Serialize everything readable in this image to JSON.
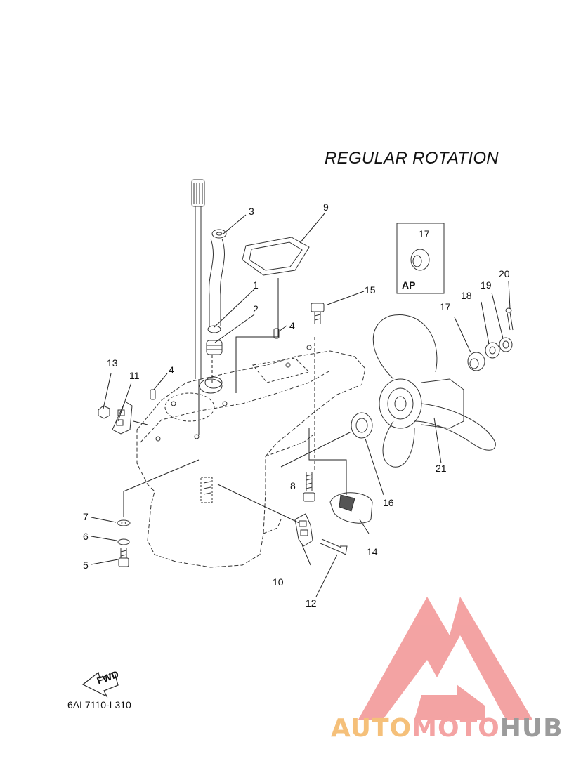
{
  "diagram": {
    "title": "REGULAR ROTATION",
    "code": "6AL7110-L310",
    "fwd_label": "FWD",
    "ap_label": "AP",
    "callouts": [
      {
        "id": "c1",
        "label": "1"
      },
      {
        "id": "c2",
        "label": "2"
      },
      {
        "id": "c3",
        "label": "3"
      },
      {
        "id": "c4a",
        "label": "4"
      },
      {
        "id": "c4b",
        "label": "4"
      },
      {
        "id": "c5",
        "label": "5"
      },
      {
        "id": "c6",
        "label": "6"
      },
      {
        "id": "c7",
        "label": "7"
      },
      {
        "id": "c8",
        "label": "8"
      },
      {
        "id": "c9",
        "label": "9"
      },
      {
        "id": "c10",
        "label": "10"
      },
      {
        "id": "c11",
        "label": "11"
      },
      {
        "id": "c12",
        "label": "12"
      },
      {
        "id": "c13",
        "label": "13"
      },
      {
        "id": "c14",
        "label": "14"
      },
      {
        "id": "c15",
        "label": "15"
      },
      {
        "id": "c16",
        "label": "16"
      },
      {
        "id": "c17a",
        "label": "17"
      },
      {
        "id": "c17b",
        "label": "17"
      },
      {
        "id": "c18",
        "label": "18"
      },
      {
        "id": "c19",
        "label": "19"
      },
      {
        "id": "c20",
        "label": "20"
      },
      {
        "id": "c21",
        "label": "21"
      }
    ]
  },
  "watermark": {
    "part1": "AUTO",
    "part2": "MOTO",
    "part3": "HUB",
    "colors": {
      "auto": "#f5c07a",
      "moto": "#f4a3a3",
      "hub": "#9b9b9b",
      "logo": "#f29393"
    }
  }
}
